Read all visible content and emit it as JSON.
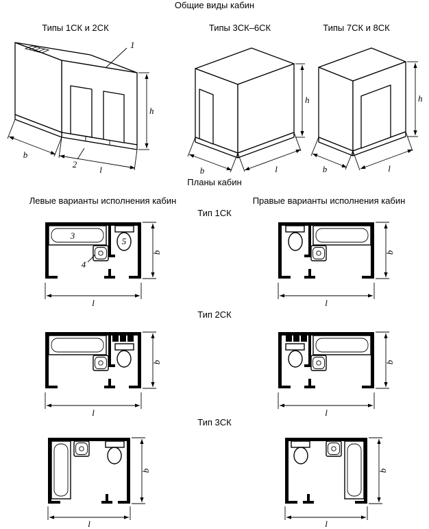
{
  "page": {
    "title_general": "Общие виды кабин",
    "title_plans": "Планы кабин",
    "left_variants_label": "Левые варианты исполнения кабин",
    "right_variants_label": "Правые варианты исполнения кабин"
  },
  "isometric_views": [
    {
      "label": "Типы 1СК и 2СК"
    },
    {
      "label": "Типы 3СК–6СК"
    },
    {
      "label": "Типы 7СК и 8СК"
    }
  ],
  "plan_types": [
    {
      "label": "Тип 1СК"
    },
    {
      "label": "Тип 2СК"
    },
    {
      "label": "Тип 3СК"
    }
  ],
  "dimension_labels": {
    "height": "h",
    "width": "b",
    "length": "l"
  },
  "callout_labels": {
    "c1": "1",
    "c2": "2",
    "c3": "3",
    "c4": "4",
    "c5": "5"
  },
  "colors": {
    "line": "#000000",
    "background": "#ffffff"
  }
}
